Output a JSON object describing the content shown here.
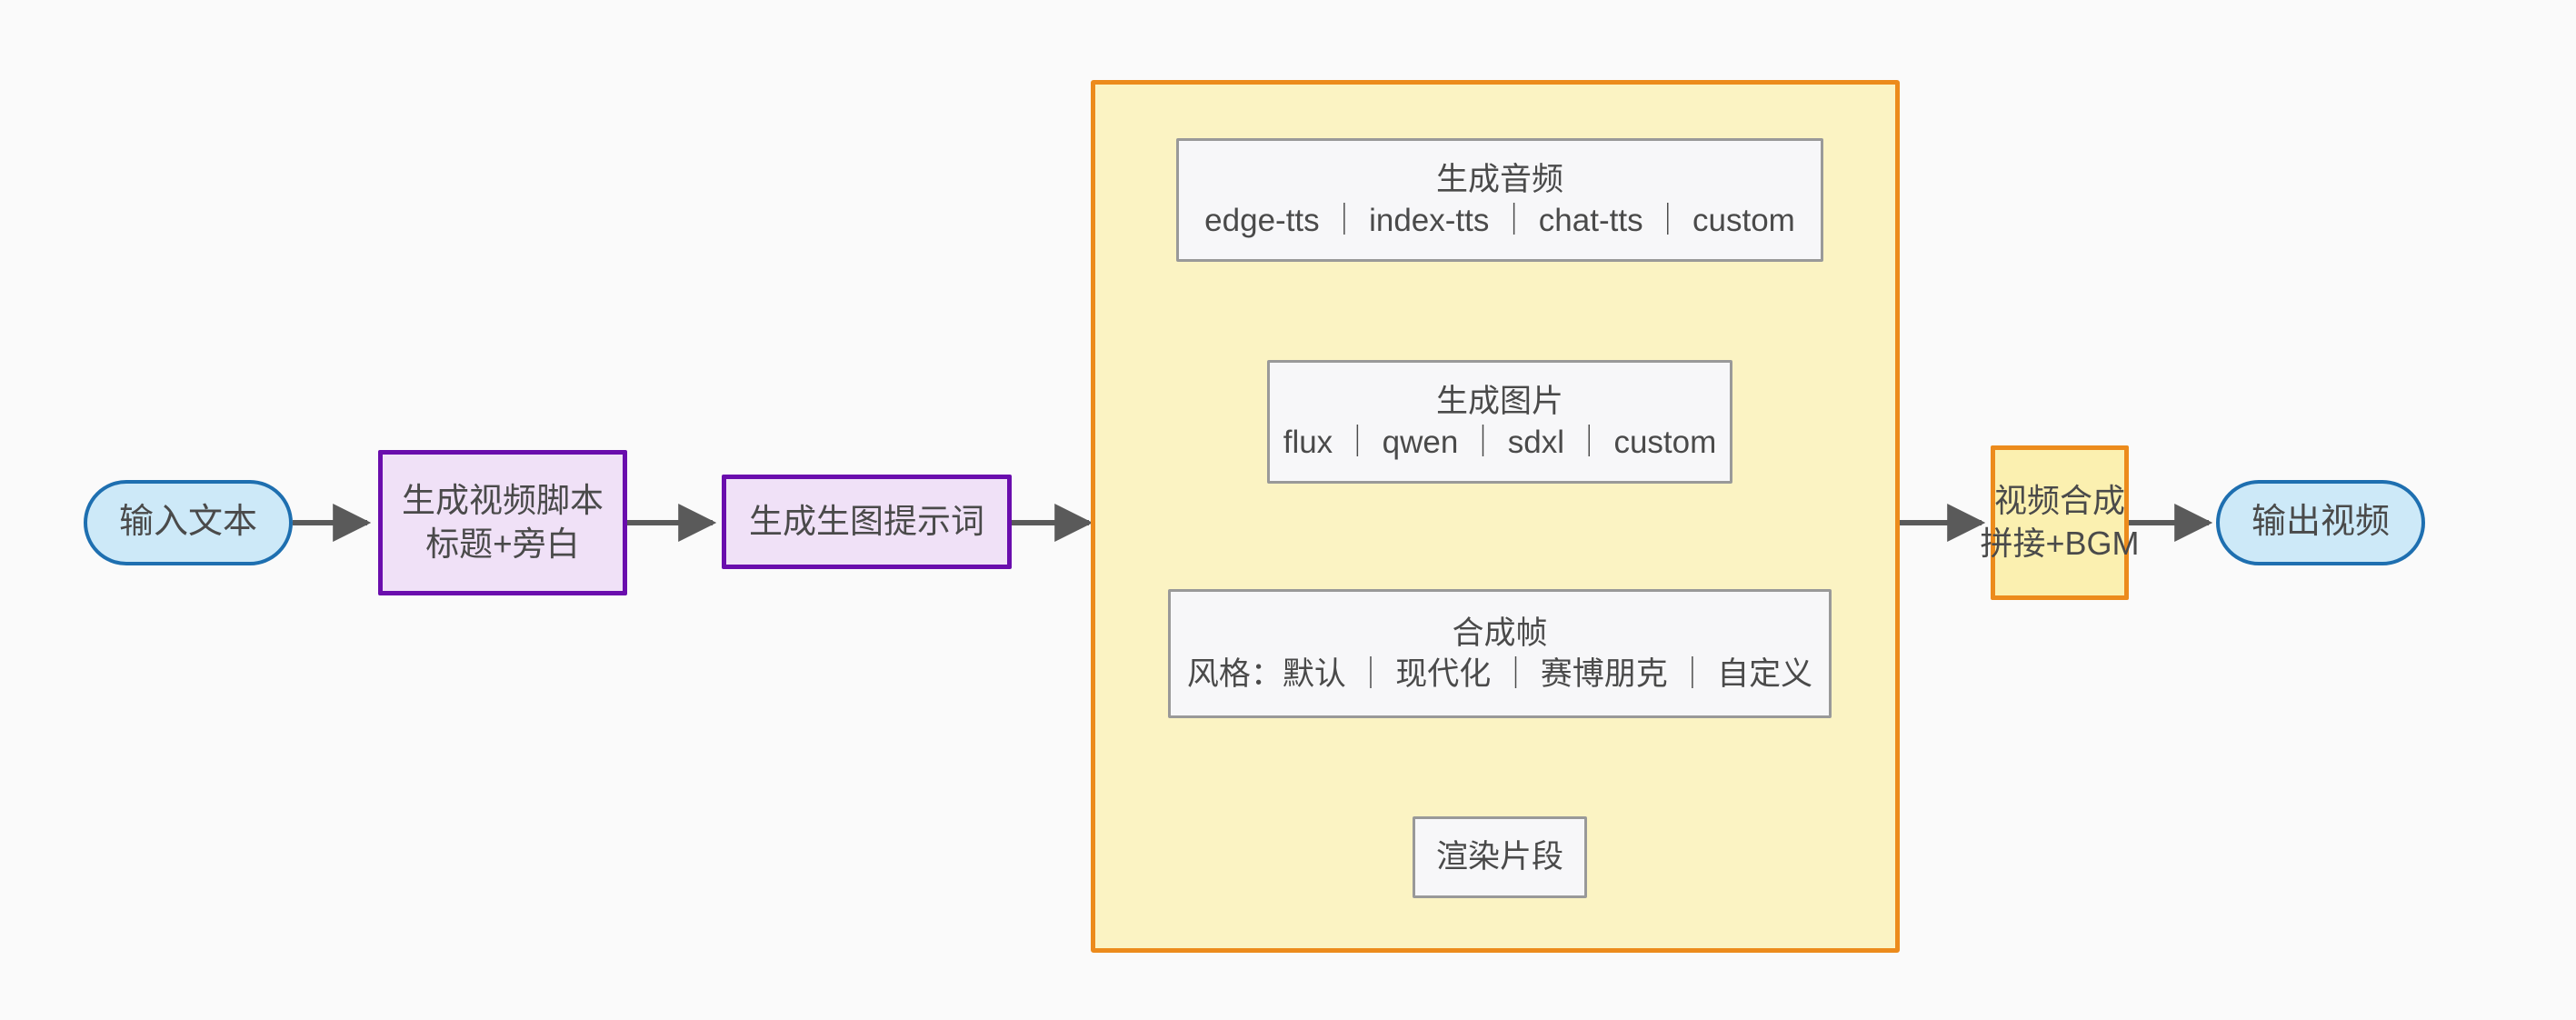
{
  "diagram": {
    "type": "flowchart",
    "direction": "left-to-right",
    "background_color": "#fafafa",
    "palette": {
      "stadium_fill": "#cde9f8",
      "stadium_stroke": "#1e6fb0",
      "purple_fill": "#f0e1f7",
      "purple_stroke": "#6a0dad",
      "orange_fill": "#fbf0b0",
      "orange_stroke": "#ec8b1c",
      "subgraph_fill": "#fbf3c3",
      "subgraph_stroke": "#ec8b1c",
      "plain_fill": "#f7f7f9",
      "plain_stroke": "#999999",
      "edge_stroke": "#5a5a5a",
      "text_color": "#4a4a4a"
    },
    "nodes": {
      "input_text": {
        "label": "输入文本",
        "shape": "stadium"
      },
      "gen_script": {
        "line1": "生成视频脚本",
        "line2": "标题+旁白",
        "shape": "rect-purple"
      },
      "gen_prompt": {
        "label": "生成生图提示词",
        "shape": "rect-purple"
      },
      "gen_audio": {
        "line1": "生成音频",
        "line2": "edge-tts ｜ index-tts ｜ chat-tts ｜ custom",
        "shape": "rect-plain"
      },
      "gen_image": {
        "line1": "生成图片",
        "line2": "flux ｜ qwen ｜ sdxl ｜ custom",
        "shape": "rect-plain"
      },
      "compose_frame": {
        "line1": "合成帧",
        "line2": "风格：默认 ｜ 现代化 ｜ 赛博朋克 ｜ 自定义",
        "shape": "rect-plain"
      },
      "render_clip": {
        "label": "渲染片段",
        "shape": "rect-plain"
      },
      "video_merge": {
        "line1": "视频合成",
        "line2": "拼接+BGM",
        "shape": "rect-orange"
      },
      "output_video": {
        "label": "输出视频",
        "shape": "stadium"
      }
    },
    "edges": [
      {
        "from": "input_text",
        "to": "gen_script",
        "label": ""
      },
      {
        "from": "gen_script",
        "to": "gen_prompt",
        "label": ""
      },
      {
        "from": "gen_prompt",
        "to": "pipeline_group",
        "label": ""
      },
      {
        "from": "gen_audio",
        "to": "gen_image",
        "label": ""
      },
      {
        "from": "gen_image",
        "to": "compose_frame",
        "label": ""
      },
      {
        "from": "compose_frame",
        "to": "render_clip",
        "label": ""
      },
      {
        "from": "pipeline_group",
        "to": "video_merge",
        "label": ""
      },
      {
        "from": "video_merge",
        "to": "output_video",
        "label": ""
      }
    ]
  }
}
